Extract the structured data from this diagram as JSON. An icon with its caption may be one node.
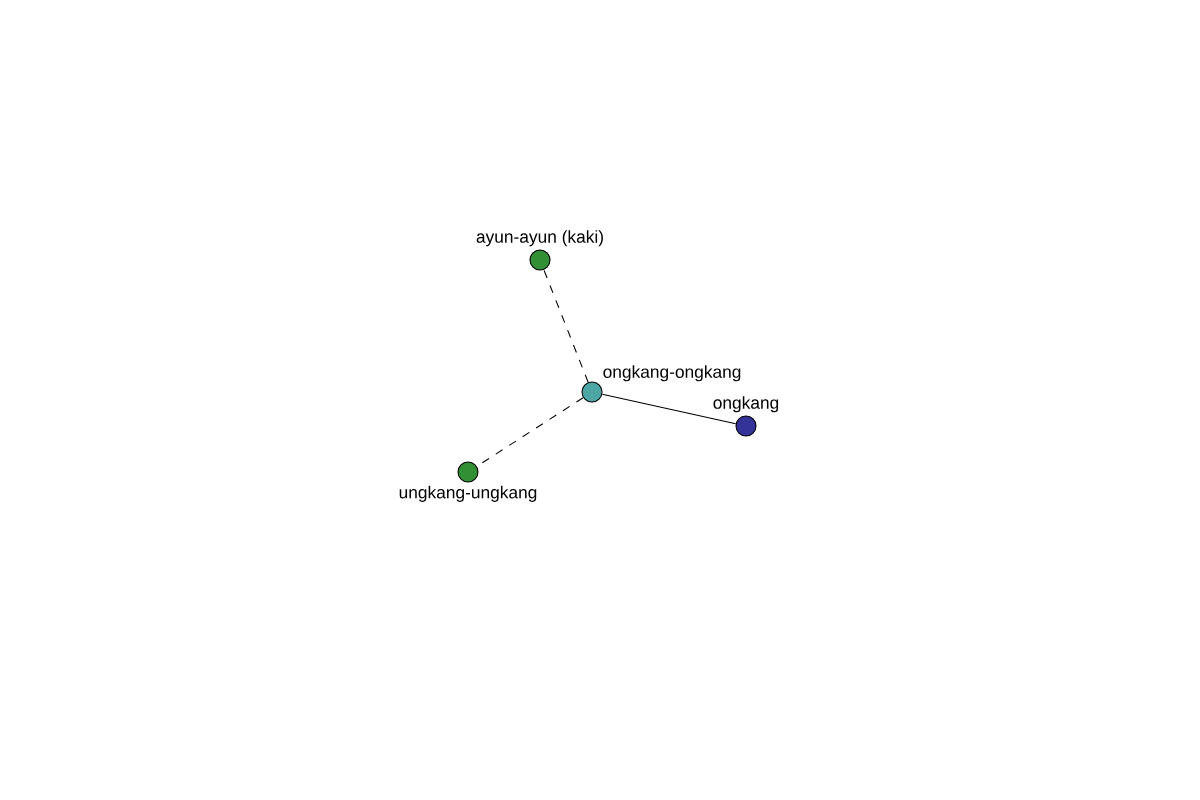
{
  "diagram": {
    "nodes": [
      {
        "text": [
          "ayun-ayun (kaki)"
        ]
      },
      {
        "text": [
          "ongkang-ongkang"
        ]
      },
      {
        "text": [
          "ungkang-ungkang"
        ]
      },
      {
        "text": [
          "ongkang"
        ]
      }
    ],
    "edges": [
      {
        "from": 1,
        "to": 0,
        "arrow": "none",
        "style": "dashed"
      },
      {
        "from": 1,
        "to": 2,
        "arrow": "none",
        "style": "dashed"
      },
      {
        "from": 1,
        "to": 3,
        "arrow": "none"
      }
    ]
  }
}
